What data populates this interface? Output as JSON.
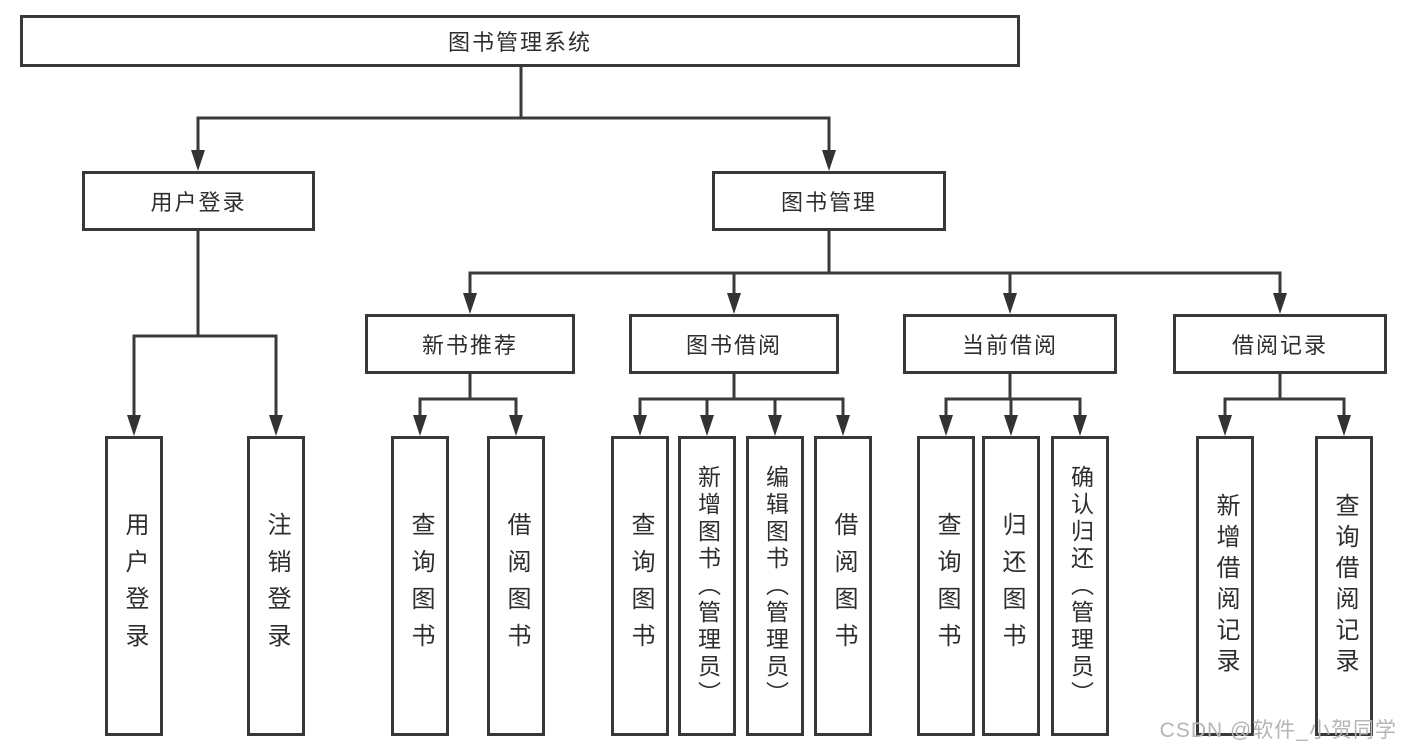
{
  "diagram": {
    "root": "图书管理系统",
    "branches": [
      {
        "label": "用户登录",
        "children": [
          "用户登录",
          "注销登录"
        ]
      },
      {
        "label": "图书管理",
        "groups": [
          {
            "label": "新书推荐",
            "children": [
              "查询图书",
              "借阅图书"
            ]
          },
          {
            "label": "图书借阅",
            "children": [
              "查询图书",
              "新增图书（管理员）",
              "编辑图书（管理员）",
              "借阅图书"
            ]
          },
          {
            "label": "当前借阅",
            "children": [
              "查询图书",
              "归还图书",
              "确认归还（管理员）"
            ]
          },
          {
            "label": "借阅记录",
            "children": [
              "新增借阅记录",
              "查询借阅记录"
            ]
          }
        ]
      }
    ]
  },
  "colors": {
    "line": "#3a3a3a",
    "box_border": "#383838",
    "watermark": "#b5b5b5"
  },
  "watermark": "CSDN @软件_小贺同学"
}
